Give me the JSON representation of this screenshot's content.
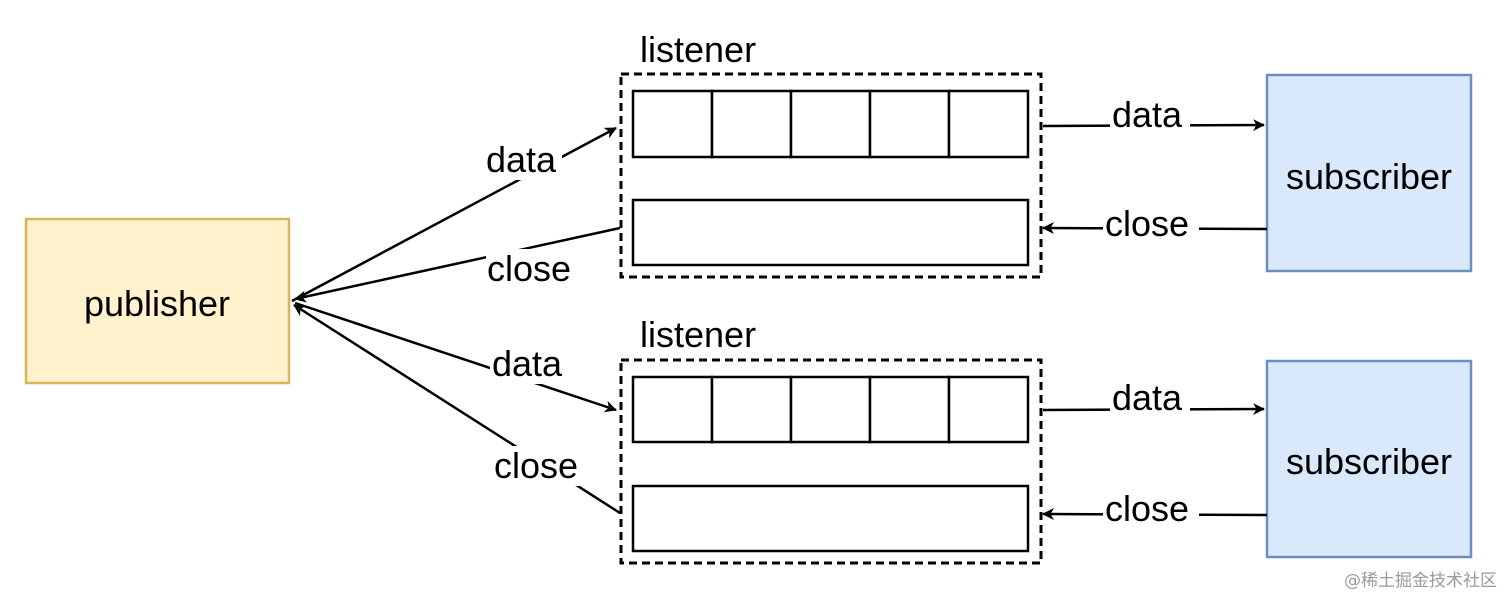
{
  "publisher": {
    "label": "publisher",
    "fill": "#fff2cc",
    "stroke": "#d6b656"
  },
  "listeners": [
    {
      "label": "listener",
      "data_buffer_cells": 5
    },
    {
      "label": "listener",
      "data_buffer_cells": 5
    }
  ],
  "subscribers": [
    {
      "label": "subscriber",
      "fill": "#dae8fc",
      "stroke": "#6c8ebf"
    },
    {
      "label": "subscriber",
      "fill": "#dae8fc",
      "stroke": "#6c8ebf"
    }
  ],
  "edges": {
    "pub_data_1": "data",
    "pub_close_1": "close",
    "pub_data_2": "data",
    "pub_close_2": "close",
    "sub_data_1": "data",
    "sub_close_1": "close",
    "sub_data_2": "data",
    "sub_close_2": "close"
  },
  "watermark": "@稀土掘金技术社区"
}
